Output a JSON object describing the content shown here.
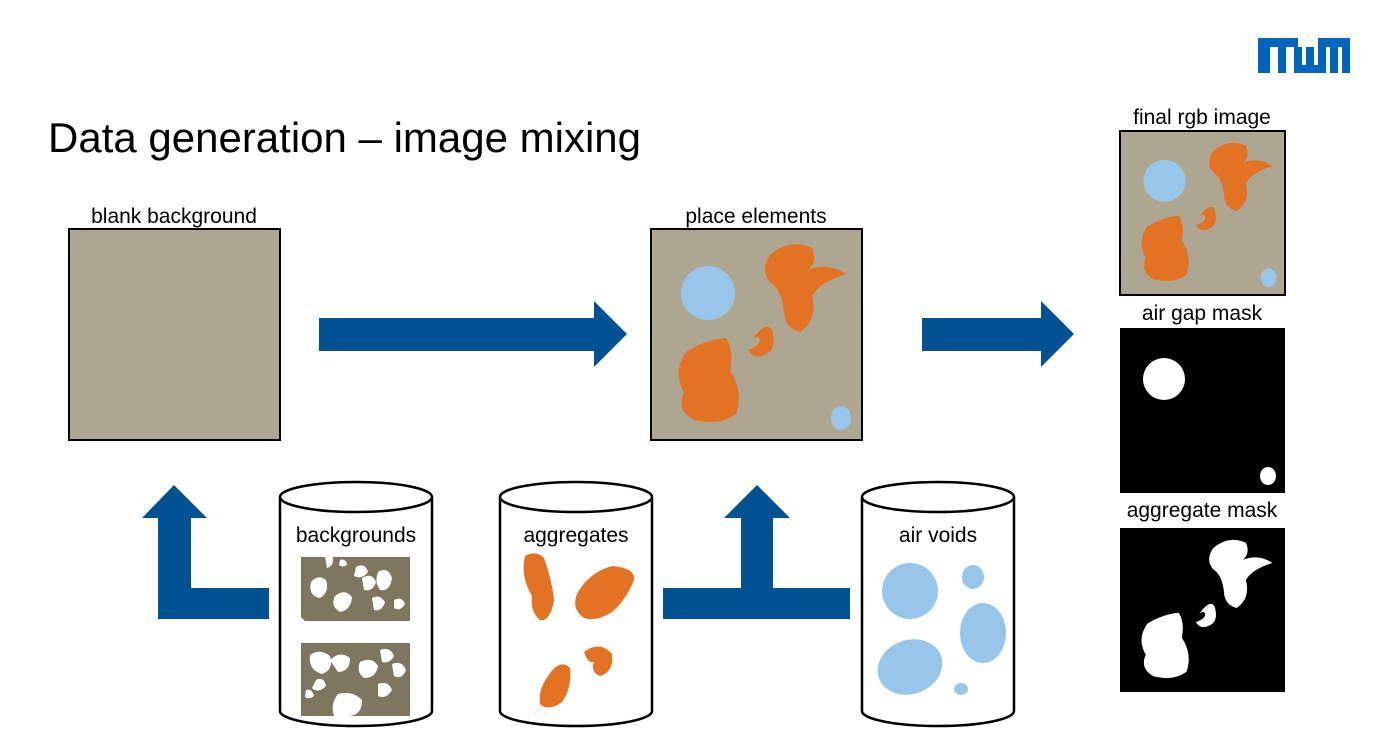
{
  "slide": {
    "title": "Data generation – image mixing",
    "logo_text": "TUM"
  },
  "panels": {
    "blank_background": "blank background",
    "place_elements": "place elements",
    "final_rgb": "final rgb image",
    "air_gap_mask": "air gap mask",
    "aggregate_mask": "aggregate mask"
  },
  "databases": {
    "backgrounds": "backgrounds",
    "aggregates": "aggregates",
    "air_voids": "air voids"
  },
  "colors": {
    "arrow": "#005293",
    "background_tile": "#ada791",
    "aggregate": "#e37222",
    "air_void": "#98c6ea",
    "texture": "#7d7760",
    "logo": "#0065bd"
  }
}
